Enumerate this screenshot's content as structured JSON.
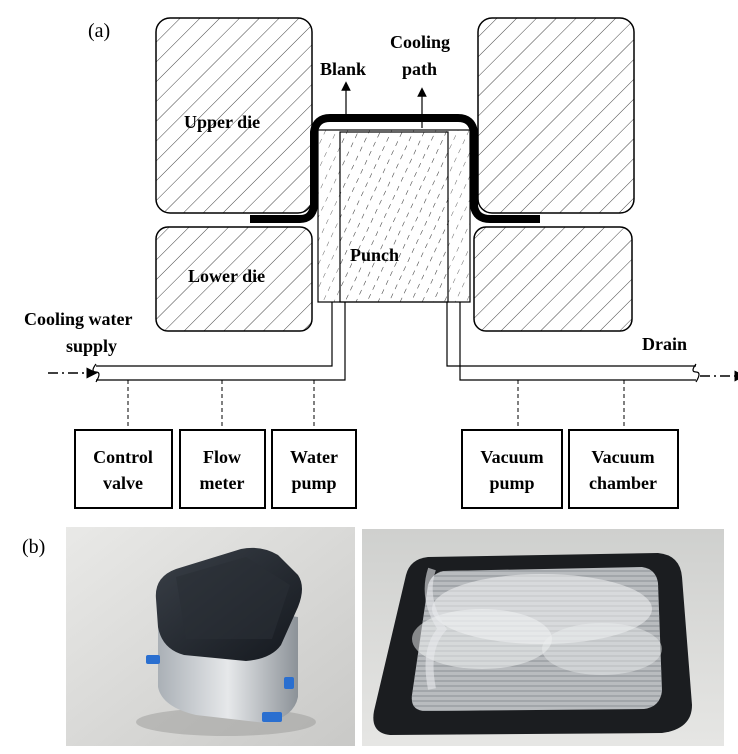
{
  "panels": {
    "a": "(a)",
    "b": "(b)"
  },
  "die_labels": {
    "upper_die": "Upper die",
    "lower_die": "Lower die",
    "punch": "Punch"
  },
  "callouts": {
    "blank": "Blank",
    "cooling_path_line1": "Cooling",
    "cooling_path_line2": "path"
  },
  "flow": {
    "supply_line1": "Cooling water",
    "supply_line2": "supply",
    "drain": "Drain"
  },
  "components": [
    {
      "line1": "Control",
      "line2": "valve"
    },
    {
      "line1": "Flow",
      "line2": "meter"
    },
    {
      "line1": "Water",
      "line2": "pump"
    },
    {
      "line1": "Vacuum",
      "line2": "pump"
    },
    {
      "line1": "Vacuum",
      "line2": "chamber"
    }
  ],
  "colors": {
    "blank": "#000000",
    "hatch": "#333333",
    "outline": "#000000"
  }
}
